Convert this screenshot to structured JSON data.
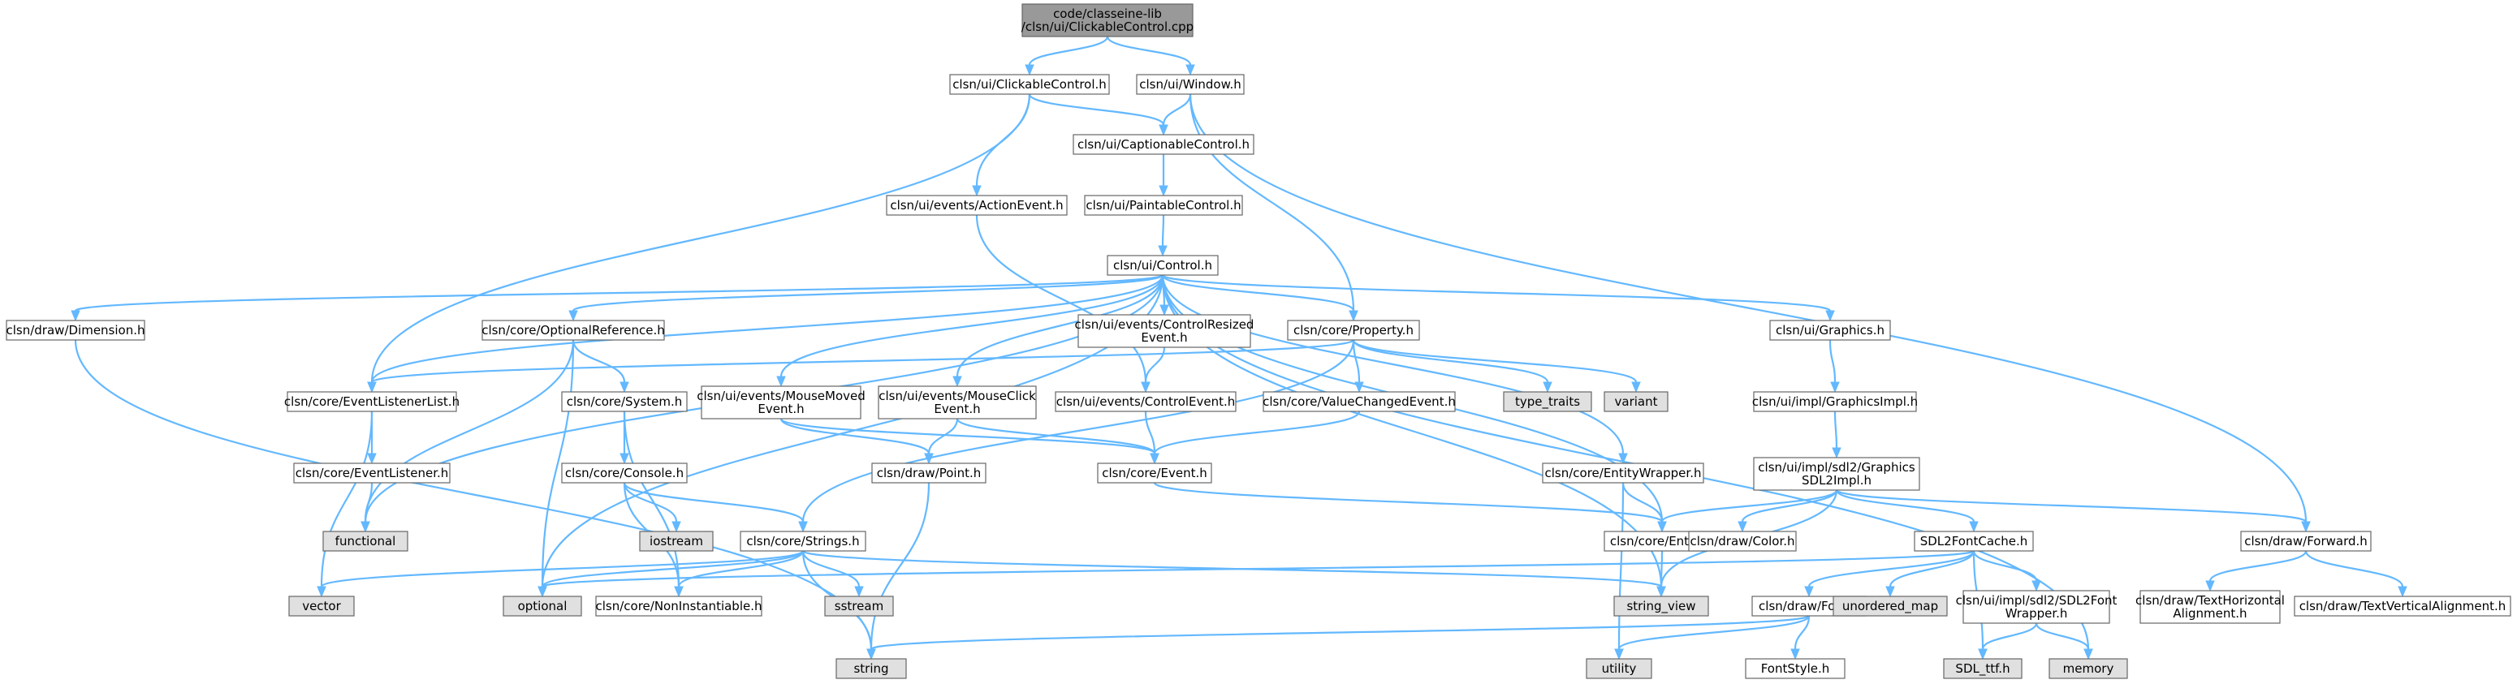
{
  "diagram": {
    "colors": {
      "edge": "#63b8ff",
      "node_fill": "#ffffff",
      "node_border": "#666666",
      "root_fill": "#999999",
      "external_fill": "#e0e0e0",
      "text": "#000000"
    },
    "nodes": [
      {
        "id": "root",
        "lines": [
          "code/classeine-lib",
          "/clsn/ui/ClickableControl.cpp"
        ],
        "kind": "root"
      },
      {
        "id": "clickable_h",
        "lines": [
          "clsn/ui/ClickableControl.h"
        ],
        "kind": "file"
      },
      {
        "id": "window_h",
        "lines": [
          "clsn/ui/Window.h"
        ],
        "kind": "file"
      },
      {
        "id": "captionable_h",
        "lines": [
          "clsn/ui/CaptionableControl.h"
        ],
        "kind": "file"
      },
      {
        "id": "actionevent_h",
        "lines": [
          "clsn/ui/events/ActionEvent.h"
        ],
        "kind": "file"
      },
      {
        "id": "paintable_h",
        "lines": [
          "clsn/ui/PaintableControl.h"
        ],
        "kind": "file"
      },
      {
        "id": "control_h",
        "lines": [
          "clsn/ui/Control.h"
        ],
        "kind": "file"
      },
      {
        "id": "dimension_h",
        "lines": [
          "clsn/draw/Dimension.h"
        ],
        "kind": "file"
      },
      {
        "id": "optref_h",
        "lines": [
          "clsn/core/OptionalReference.h"
        ],
        "kind": "file"
      },
      {
        "id": "ctrlresized_h",
        "lines": [
          "clsn/ui/events/ControlResized",
          "Event.h"
        ],
        "kind": "file"
      },
      {
        "id": "property_h",
        "lines": [
          "clsn/core/Property.h"
        ],
        "kind": "file"
      },
      {
        "id": "graphics_h",
        "lines": [
          "clsn/ui/Graphics.h"
        ],
        "kind": "file"
      },
      {
        "id": "evlistlist_h",
        "lines": [
          "clsn/core/EventListenerList.h"
        ],
        "kind": "file"
      },
      {
        "id": "system_h",
        "lines": [
          "clsn/core/System.h"
        ],
        "kind": "file"
      },
      {
        "id": "mousemoved_h",
        "lines": [
          "clsn/ui/events/MouseMoved",
          "Event.h"
        ],
        "kind": "file"
      },
      {
        "id": "mouseclick_h",
        "lines": [
          "clsn/ui/events/MouseClick",
          "Event.h"
        ],
        "kind": "file"
      },
      {
        "id": "ctrlevent_h",
        "lines": [
          "clsn/ui/events/ControlEvent.h"
        ],
        "kind": "file"
      },
      {
        "id": "valchanged_h",
        "lines": [
          "clsn/core/ValueChangedEvent.h"
        ],
        "kind": "file"
      },
      {
        "id": "type_traits",
        "lines": [
          "type_traits"
        ],
        "kind": "external"
      },
      {
        "id": "variant",
        "lines": [
          "variant"
        ],
        "kind": "external"
      },
      {
        "id": "graphicsimpl_h",
        "lines": [
          "clsn/ui/impl/GraphicsImpl.h"
        ],
        "kind": "file"
      },
      {
        "id": "evlistener_h",
        "lines": [
          "clsn/core/EventListener.h"
        ],
        "kind": "file"
      },
      {
        "id": "console_h",
        "lines": [
          "clsn/core/Console.h"
        ],
        "kind": "file"
      },
      {
        "id": "point_h",
        "lines": [
          "clsn/draw/Point.h"
        ],
        "kind": "file"
      },
      {
        "id": "event_h",
        "lines": [
          "clsn/core/Event.h"
        ],
        "kind": "file"
      },
      {
        "id": "entitywrapper_h",
        "lines": [
          "clsn/core/EntityWrapper.h"
        ],
        "kind": "file"
      },
      {
        "id": "gsdl2_h",
        "lines": [
          "clsn/ui/impl/sdl2/Graphics",
          "SDL2Impl.h"
        ],
        "kind": "file"
      },
      {
        "id": "functional",
        "lines": [
          "functional"
        ],
        "kind": "external"
      },
      {
        "id": "iostream",
        "lines": [
          "iostream"
        ],
        "kind": "external"
      },
      {
        "id": "strings_h",
        "lines": [
          "clsn/core/Strings.h"
        ],
        "kind": "file"
      },
      {
        "id": "entity_h",
        "lines": [
          "clsn/core/Entity.h"
        ],
        "kind": "file"
      },
      {
        "id": "color_h",
        "lines": [
          "clsn/draw/Color.h"
        ],
        "kind": "file"
      },
      {
        "id": "fontcache_h",
        "lines": [
          "SDL2FontCache.h"
        ],
        "kind": "file"
      },
      {
        "id": "forward_h",
        "lines": [
          "clsn/draw/Forward.h"
        ],
        "kind": "file"
      },
      {
        "id": "vector",
        "lines": [
          "vector"
        ],
        "kind": "external"
      },
      {
        "id": "optional",
        "lines": [
          "optional"
        ],
        "kind": "external"
      },
      {
        "id": "noninst_h",
        "lines": [
          "clsn/core/NonInstantiable.h"
        ],
        "kind": "file"
      },
      {
        "id": "sstream",
        "lines": [
          "sstream"
        ],
        "kind": "external"
      },
      {
        "id": "string_view",
        "lines": [
          "string_view"
        ],
        "kind": "external"
      },
      {
        "id": "font_h",
        "lines": [
          "clsn/draw/Font.h"
        ],
        "kind": "file"
      },
      {
        "id": "unordered_map",
        "lines": [
          "unordered_map"
        ],
        "kind": "external"
      },
      {
        "id": "fontwrapper_h",
        "lines": [
          "clsn/ui/impl/sdl2/SDL2Font",
          "Wrapper.h"
        ],
        "kind": "file"
      },
      {
        "id": "texthalign_h",
        "lines": [
          "clsn/draw/TextHorizontal",
          "Alignment.h"
        ],
        "kind": "file"
      },
      {
        "id": "textvalign_h",
        "lines": [
          "clsn/draw/TextVerticalAlignment.h"
        ],
        "kind": "file"
      },
      {
        "id": "string",
        "lines": [
          "string"
        ],
        "kind": "external"
      },
      {
        "id": "utility",
        "lines": [
          "utility"
        ],
        "kind": "external"
      },
      {
        "id": "fontstyle_h",
        "lines": [
          "FontStyle.h"
        ],
        "kind": "file"
      },
      {
        "id": "sdl_ttf_h",
        "lines": [
          "SDL_ttf.h"
        ],
        "kind": "external"
      },
      {
        "id": "memory",
        "lines": [
          "memory"
        ],
        "kind": "external"
      }
    ],
    "edges": [
      [
        "root",
        "clickable_h"
      ],
      [
        "root",
        "window_h"
      ],
      [
        "clickable_h",
        "captionable_h"
      ],
      [
        "clickable_h",
        "actionevent_h"
      ],
      [
        "clickable_h",
        "evlistlist_h"
      ],
      [
        "window_h",
        "captionable_h"
      ],
      [
        "window_h",
        "property_h"
      ],
      [
        "window_h",
        "forward_h"
      ],
      [
        "captionable_h",
        "paintable_h"
      ],
      [
        "paintable_h",
        "control_h"
      ],
      [
        "actionevent_h",
        "ctrlevent_h"
      ],
      [
        "control_h",
        "dimension_h"
      ],
      [
        "control_h",
        "optref_h"
      ],
      [
        "control_h",
        "ctrlresized_h"
      ],
      [
        "control_h",
        "property_h"
      ],
      [
        "control_h",
        "graphics_h"
      ],
      [
        "control_h",
        "evlistlist_h"
      ],
      [
        "control_h",
        "mousemoved_h"
      ],
      [
        "control_h",
        "mouseclick_h"
      ],
      [
        "control_h",
        "entitywrapper_h"
      ],
      [
        "control_h",
        "functional"
      ],
      [
        "control_h",
        "optional"
      ],
      [
        "control_h",
        "entity_h"
      ],
      [
        "control_h",
        "string_view"
      ],
      [
        "control_h",
        "memory"
      ],
      [
        "dimension_h",
        "string"
      ],
      [
        "optref_h",
        "system_h"
      ],
      [
        "optref_h",
        "functional"
      ],
      [
        "optref_h",
        "optional"
      ],
      [
        "ctrlresized_h",
        "ctrlevent_h"
      ],
      [
        "property_h",
        "evlistlist_h"
      ],
      [
        "property_h",
        "valchanged_h"
      ],
      [
        "property_h",
        "type_traits"
      ],
      [
        "property_h",
        "variant"
      ],
      [
        "property_h",
        "strings_h"
      ],
      [
        "graphics_h",
        "graphicsimpl_h"
      ],
      [
        "graphicsimpl_h",
        "gsdl2_h"
      ],
      [
        "evlistlist_h",
        "evlistener_h"
      ],
      [
        "evlistlist_h",
        "vector"
      ],
      [
        "evlistener_h",
        "functional"
      ],
      [
        "system_h",
        "console_h"
      ],
      [
        "system_h",
        "noninst_h"
      ],
      [
        "console_h",
        "iostream"
      ],
      [
        "console_h",
        "strings_h"
      ],
      [
        "console_h",
        "noninst_h"
      ],
      [
        "mousemoved_h",
        "point_h"
      ],
      [
        "mousemoved_h",
        "event_h"
      ],
      [
        "mouseclick_h",
        "point_h"
      ],
      [
        "mouseclick_h",
        "event_h"
      ],
      [
        "ctrlevent_h",
        "event_h"
      ],
      [
        "valchanged_h",
        "event_h"
      ],
      [
        "point_h",
        "string"
      ],
      [
        "event_h",
        "entity_h"
      ],
      [
        "entitywrapper_h",
        "entity_h"
      ],
      [
        "entitywrapper_h",
        "utility"
      ],
      [
        "gsdl2_h",
        "entity_h"
      ],
      [
        "gsdl2_h",
        "color_h"
      ],
      [
        "gsdl2_h",
        "fontcache_h"
      ],
      [
        "gsdl2_h",
        "forward_h"
      ],
      [
        "gsdl2_h",
        "string_view"
      ],
      [
        "strings_h",
        "vector"
      ],
      [
        "strings_h",
        "optional"
      ],
      [
        "strings_h",
        "noninst_h"
      ],
      [
        "strings_h",
        "sstream"
      ],
      [
        "strings_h",
        "string"
      ],
      [
        "strings_h",
        "string_view"
      ],
      [
        "entity_h",
        "string_view"
      ],
      [
        "fontcache_h",
        "optional"
      ],
      [
        "fontcache_h",
        "font_h"
      ],
      [
        "fontcache_h",
        "unordered_map"
      ],
      [
        "fontcache_h",
        "fontwrapper_h"
      ],
      [
        "fontcache_h",
        "sdl_ttf_h"
      ],
      [
        "forward_h",
        "texthalign_h"
      ],
      [
        "forward_h",
        "textvalign_h"
      ],
      [
        "font_h",
        "string"
      ],
      [
        "font_h",
        "utility"
      ],
      [
        "font_h",
        "fontstyle_h"
      ],
      [
        "fontwrapper_h",
        "sdl_ttf_h"
      ],
      [
        "fontwrapper_h",
        "memory"
      ]
    ]
  }
}
